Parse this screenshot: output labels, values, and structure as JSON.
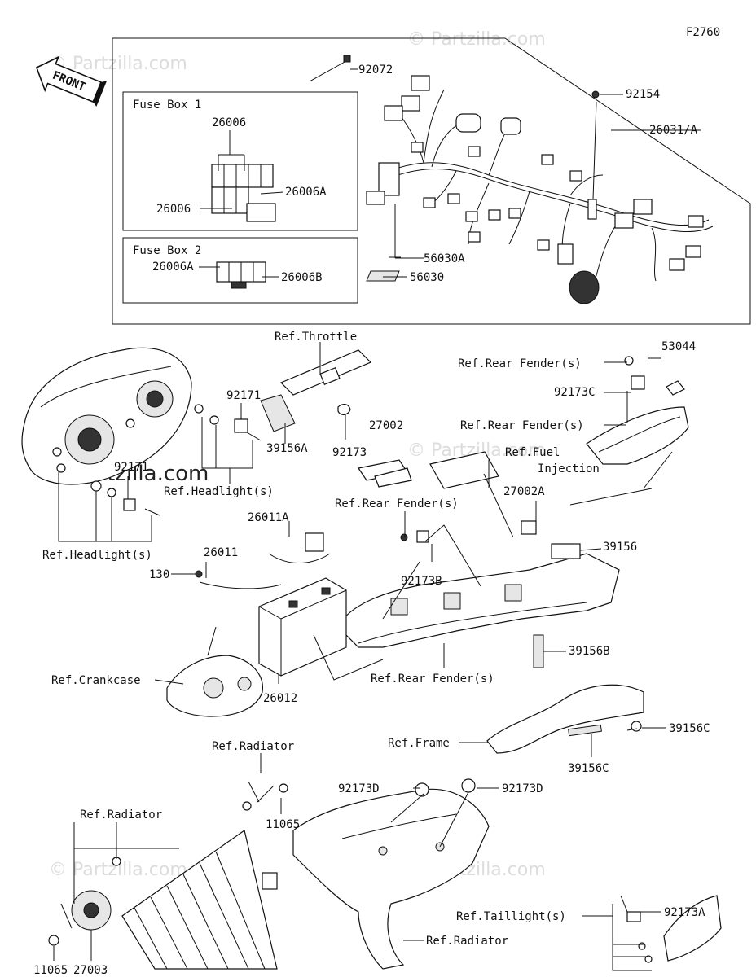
{
  "figure_id": "F2760",
  "front_label": "FRONT",
  "watermark": "© Partzilla.com",
  "watermark_main": "Partzilla.com",
  "fuse_box_1": {
    "title": "Fuse Box 1",
    "labels": [
      "26006",
      "26006A",
      "26006"
    ]
  },
  "fuse_box_2": {
    "title": "Fuse Box 2",
    "labels": [
      "26006A",
      "26006B"
    ]
  },
  "callouts": [
    "92072",
    "92154",
    "26031/A",
    "56030A",
    "56030",
    "Ref.Throttle",
    "92171",
    "39156A",
    "92173",
    "Ref.Headlight(s)",
    "92171",
    "Ref.Headlight(s)",
    "Ref.Rear Fender(s)",
    "53044",
    "92173C",
    "Ref.Rear Fender(s)",
    "27002",
    "Ref.Fuel",
    "Injection",
    "27002A",
    "Ref.Rear Fender(s)",
    "92173B",
    "39156",
    "39156B",
    "26011A",
    "26011",
    "130",
    "26012",
    "Ref.Rear Fender(s)",
    "Ref.Crankcase",
    "Ref.Frame",
    "39156C",
    "39156C",
    "Ref.Radiator",
    "11065",
    "Ref.Radiator",
    "92173D",
    "92173D",
    "11065",
    "27003",
    "Ref.Taillight(s)",
    "92173A",
    "Ref.Radiator"
  ]
}
